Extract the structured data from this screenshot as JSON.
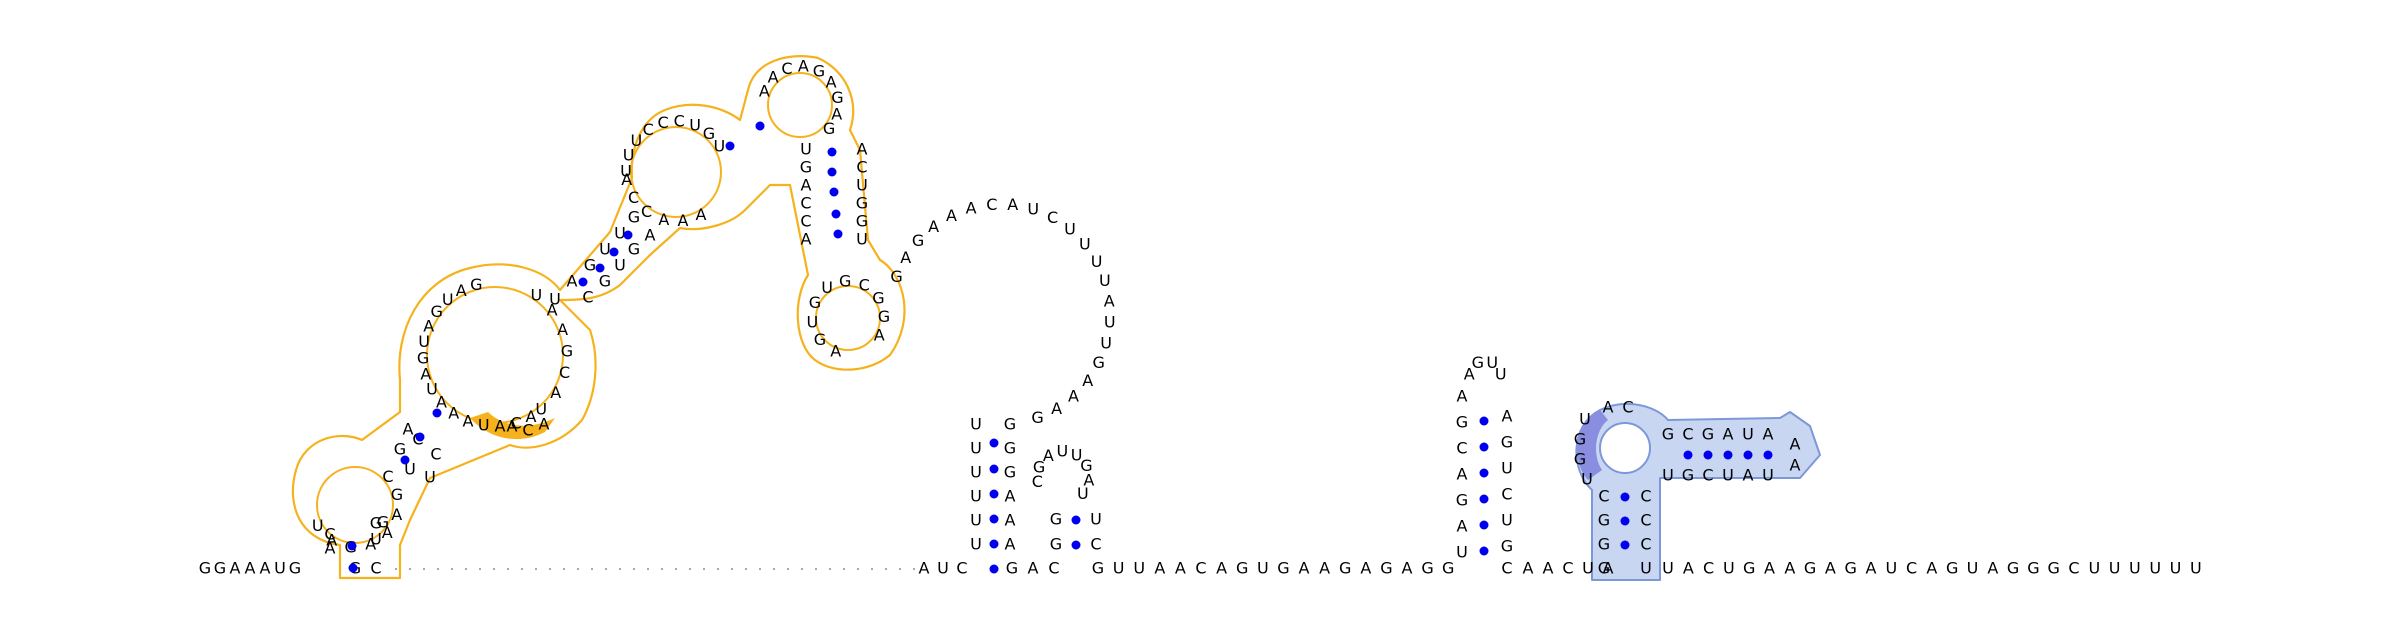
{
  "colors": {
    "domain_outline": "#f5b21d",
    "domain_fill_highlight": "#f5b21d",
    "blue_domain_fill": "#c8d6f2",
    "blue_domain_stroke": "#7c98d8",
    "blue_domain_dark": "#8a8ee0",
    "base_pair_dot": "#0000ee",
    "backbone": "#777777",
    "text": "#000000"
  },
  "sequence_5prime": "GGAAAUG",
  "sequence_3prime_tail": "UACUGAAGAGAUCAGUAGGGCUUUUUU",
  "middle_linker": "GUUAACAGUGAAGAGAGG",
  "region_labels": {
    "left_domain": "orange",
    "right_domain": "blue"
  }
}
